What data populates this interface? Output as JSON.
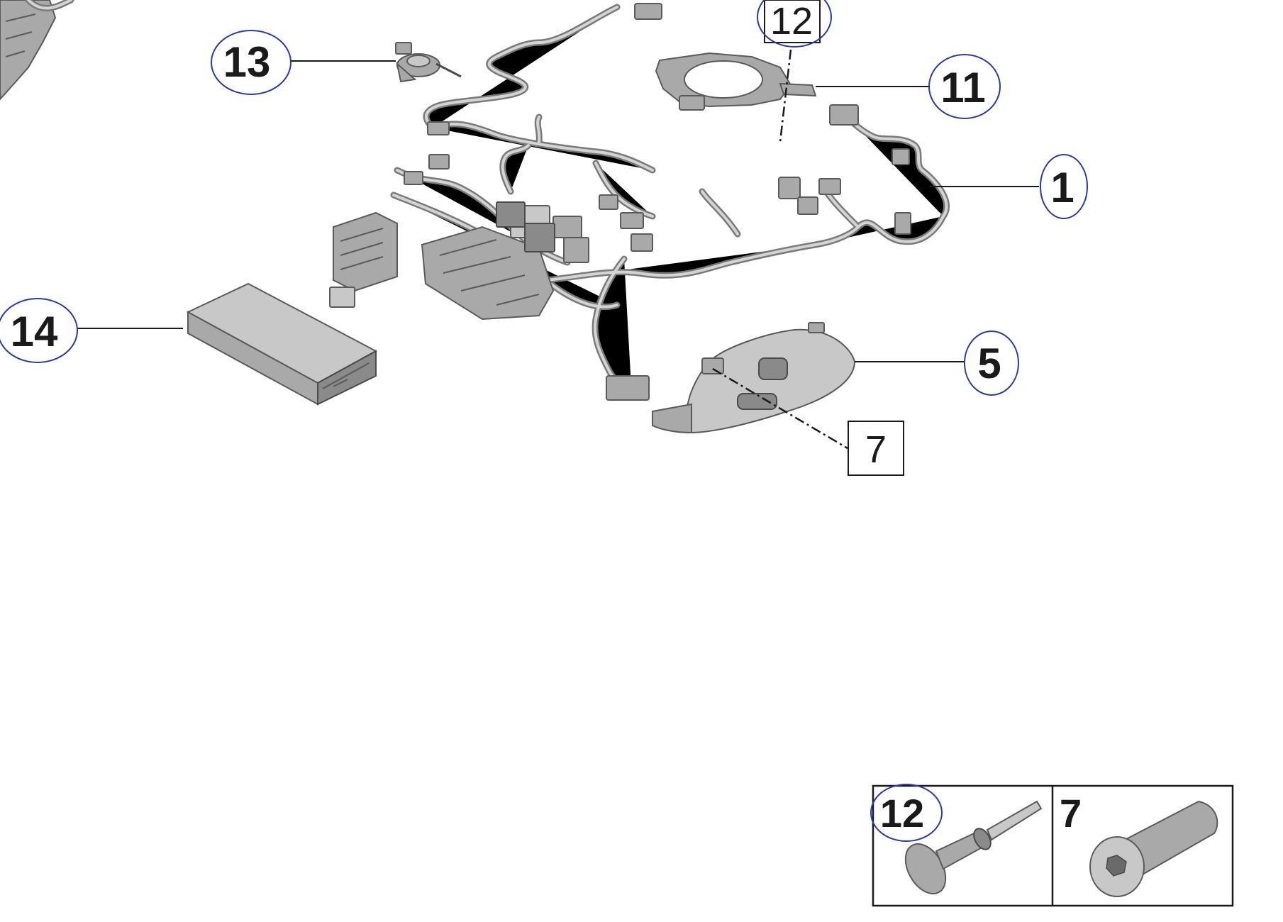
{
  "callouts": {
    "c1": "1",
    "c5": "5",
    "c7": "7",
    "c11": "11",
    "c12": "12",
    "c13": "13",
    "c14": "14"
  },
  "detail_panel": {
    "left_label": "12",
    "right_label": "7"
  },
  "colors": {
    "callout_oval": "#2a3aa8",
    "part_fill": "#a9a9a9",
    "wire_outline": "#7a7a7a"
  }
}
